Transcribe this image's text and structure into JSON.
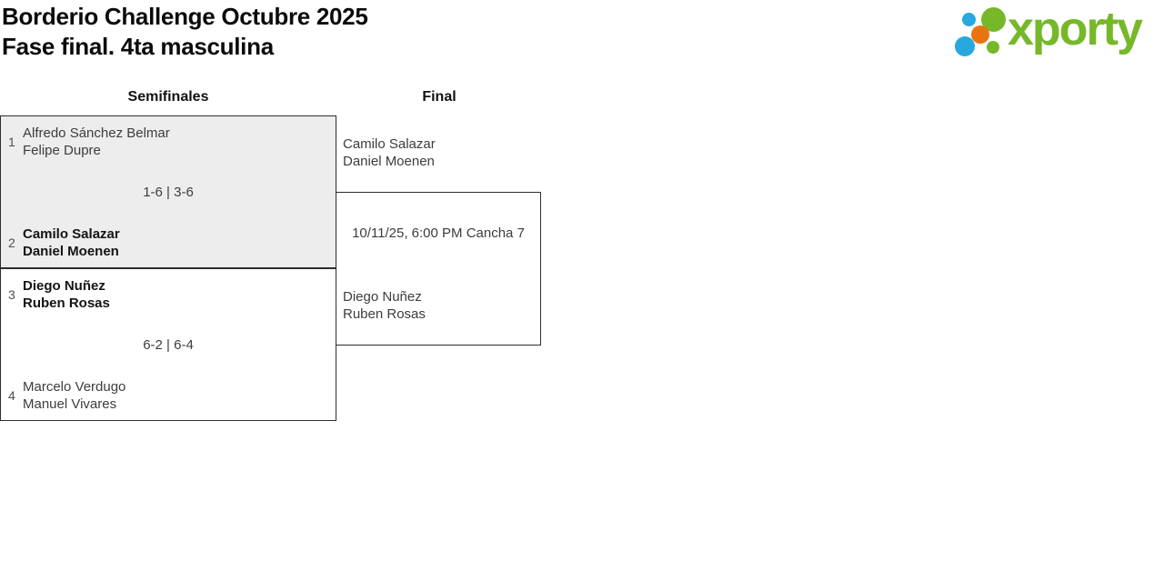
{
  "header": {
    "title_line1": "Borderio Challenge Octubre 2025",
    "title_line2": "Fase final. 4ta masculina"
  },
  "logo": {
    "text": "xporty",
    "colors": {
      "green": "#76b82a",
      "blue": "#29a8e0",
      "orange": "#e87411"
    }
  },
  "bracket": {
    "colors": {
      "played_match_bg": "#ededed",
      "pending_match_bg": "#ffffff",
      "border": "#2e2e2e",
      "team_text": "#3d3d3d",
      "winner_text": "#141414"
    },
    "rounds": [
      {
        "label": "Semifinales"
      },
      {
        "label": "Final"
      }
    ],
    "semifinals": [
      {
        "seed_top": "1",
        "team_top_line1": "Alfredo Sánchez Belmar",
        "team_top_line2": "Felipe Dupre",
        "team_top_winner": false,
        "score": "1-6 | 3-6",
        "seed_bottom": "2",
        "team_bottom_line1": "Camilo Salazar",
        "team_bottom_line2": "Daniel Moenen",
        "team_bottom_winner": true
      },
      {
        "seed_top": "3",
        "team_top_line1": "Diego Nuñez",
        "team_top_line2": "Ruben Rosas",
        "team_top_winner": true,
        "score": "6-2 | 6-4",
        "seed_bottom": "4",
        "team_bottom_line1": "Marcelo Verdugo",
        "team_bottom_line2": "Manuel Vivares",
        "team_bottom_winner": false
      }
    ],
    "final": {
      "team_top_line1": "Camilo Salazar",
      "team_top_line2": "Daniel Moenen",
      "schedule": "10/11/25, 6:00 PM Cancha 7",
      "team_bottom_line1": "Diego Nuñez",
      "team_bottom_line2": "Ruben Rosas"
    }
  }
}
